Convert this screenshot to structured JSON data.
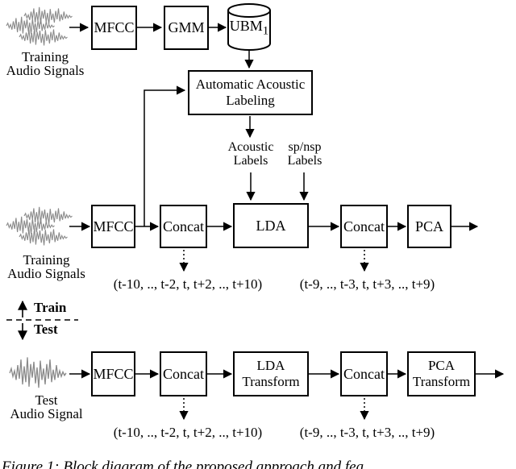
{
  "diagram": {
    "row1": {
      "source": [
        "Training",
        "Audio Signals"
      ],
      "mfcc": "MFCC",
      "gmm": "GMM",
      "ubm": {
        "name": "UBM",
        "sub": "1"
      }
    },
    "labeling": [
      "Automatic Acoustic",
      "Labeling"
    ],
    "labels": {
      "acoustic": [
        "Acoustic",
        "Labels"
      ],
      "spnsp": [
        "sp/nsp",
        "Labels"
      ]
    },
    "row2": {
      "source": [
        "Training",
        "Audio Signals"
      ],
      "mfcc": "MFCC",
      "concat1": "Concat",
      "lda": "LDA",
      "concat2": "Concat",
      "pca": "PCA",
      "seq1": "(t-10, .., t-2, t, t+2, .., t+10)",
      "seq2": "(t-9, .., t-3, t, t+3, .., t+9)"
    },
    "divider": {
      "train": "Train",
      "test": "Test"
    },
    "row3": {
      "source": [
        "Test",
        "Audio Signal"
      ],
      "mfcc": "MFCC",
      "concat1": "Concat",
      "lda": [
        "LDA",
        "Transform"
      ],
      "concat2": "Concat",
      "pca": [
        "PCA",
        "Transform"
      ],
      "seq1": "(t-10, .., t-2, t, t+2, .., t+10)",
      "seq2": "(t-9, .., t-3, t, t+3, .., t+9)"
    },
    "caption": "Figure 1: Block diagram of the proposed approach and fea",
    "icons": {
      "waveform_multi": "waveform-multi-icon",
      "waveform_single": "waveform-icon",
      "database": "database-cylinder-icon"
    },
    "colors": {
      "line": "#000000",
      "waveform": "#8a8a8a",
      "background": "#ffffff"
    }
  }
}
